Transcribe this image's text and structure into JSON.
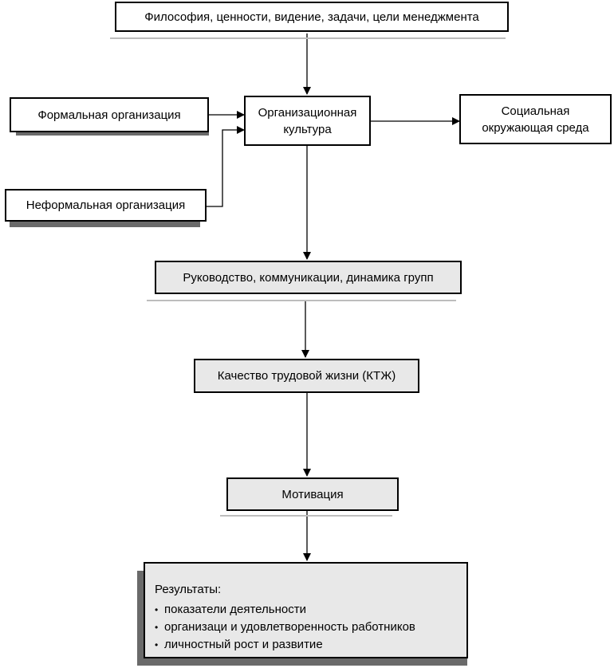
{
  "nodes": {
    "philosophy": "Философия, ценности, видение, задачи, цели менеджмента",
    "formal": "Формальная организация",
    "informal": "Неформальная организация",
    "culture": "Организационная культура",
    "social": "Социальная окружающая среда",
    "leadership": "Руководство, коммуникации, динамика групп",
    "qwl": "Качество трудовой жизни (КТЖ)",
    "motivation": "Мотивация",
    "results": {
      "title": "Результаты:",
      "items": [
        "показатели деятельности",
        "организаци и удовлетворенность работников",
        "личностный рост и развитие"
      ]
    }
  }
}
